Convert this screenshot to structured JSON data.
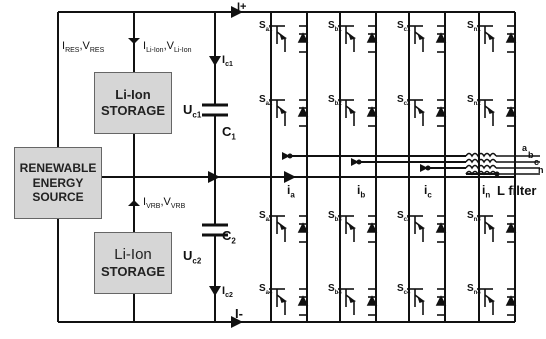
{
  "source_box": {
    "lines": [
      "RENEWABLE",
      "ENERGY",
      "SOURCE"
    ]
  },
  "storage_top": {
    "lines": [
      "Li-Ion",
      "STORAGE"
    ]
  },
  "storage_bottom": {
    "lines": [
      "Li-Ion",
      "STORAGE"
    ]
  },
  "labels": {
    "i_res": "I",
    "i_res_sub": "RES",
    "v_res": "V",
    "v_res_sub": "RES",
    "sep": ",",
    "i_li": "I",
    "i_li_sub": "Li-Ion",
    "v_li": "V",
    "v_li_sub": "Li-Ion",
    "i_vrb": "I",
    "i_vrb_sub": "VRB",
    "v_vrb": "V",
    "v_vrb_sub": "VRB",
    "plus": "I+",
    "minus": "I-",
    "ic1": "I",
    "ic1_sub": "c1",
    "ic2": "I",
    "ic2_sub": "c2",
    "uc1": "U",
    "uc1_sub": "c1",
    "uc2": "U",
    "uc2_sub": "c2",
    "c1": "C",
    "c1_sub": "1",
    "c2": "C",
    "c2_sub": "2",
    "ia": "i",
    "ia_sub": "a",
    "ib": "i",
    "ib_sub": "b",
    "ic": "i",
    "ic_sub": "c",
    "in": "i",
    "in_sub": "n",
    "lfilter": "L filter",
    "phase_a": "a",
    "phase_b": "b",
    "phase_c": "c",
    "phase_n": "n"
  },
  "switches": {
    "row1": [
      "S",
      "S",
      "S",
      "S"
    ],
    "row1_sub": [
      "a1",
      "b1",
      "c1",
      "n1"
    ],
    "row2": [
      "S",
      "S",
      "S",
      "S"
    ],
    "row2_sub": [
      "a2",
      "b2",
      "c2",
      "n2"
    ],
    "row3": [
      "S",
      "S",
      "S",
      "S"
    ],
    "row3_sub": [
      "a3",
      "b3",
      "c3",
      "n3"
    ],
    "row4": [
      "S",
      "S",
      "S",
      "S"
    ],
    "row4_sub": [
      "a4",
      "b4",
      "c4",
      "n4"
    ]
  }
}
